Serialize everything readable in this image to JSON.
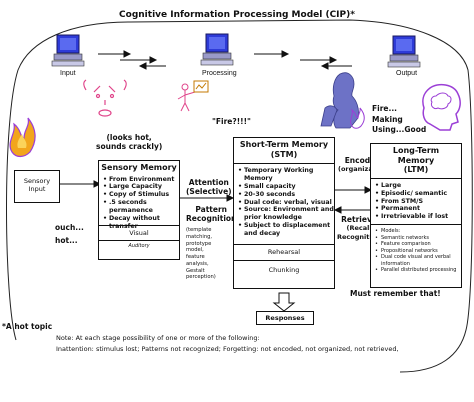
{
  "title": "Cognitive Information Processing Model (CIP)*",
  "top": {
    "input": "Input",
    "processing": "Processing",
    "output": "Output",
    "fire_quote": "\"Fire?!!!\"",
    "fire_making": "Fire...\nMaking\nUsing...Good"
  },
  "side_notes": {
    "looks_hot": "(looks hot,\nsounds crackly)",
    "ouch": "ouch...\nhot...",
    "must_remember": "Must remember that!",
    "hot_topic": "*A hot topic"
  },
  "sensory_input": "Sensory\nInput",
  "sensory_memory": {
    "title": "Sensory Memory",
    "items": [
      "From Environment",
      "Large Capacity",
      "Copy of Stimulus",
      ".5 seconds permanence",
      "Decay without transfer"
    ],
    "visual": "Visual",
    "auditory": "Auditory"
  },
  "attention": "Attention\n(Selective)",
  "pattern": {
    "title": "Pattern\nRecognition",
    "detail": "(template\nmatching,\nprototype\nmodel,\nfeature\nanalysis,\nGestalt\nperception)"
  },
  "stm": {
    "title": "Short-Term Memory\n(STM)",
    "items": [
      "Temporary Working Memory",
      "Small capacity",
      "20-30 seconds",
      "Dual code: verbal, visual",
      "Source: Environment and prior knowledge",
      "Subject to displacement and decay"
    ],
    "rehearsal": "Rehearsal",
    "chunking": "Chunking"
  },
  "encoding": {
    "title": "Encoding",
    "detail": "(organization)"
  },
  "retrieval": {
    "title": "Retrieval",
    "detail": "(Recall,\nRecognition)"
  },
  "ltm": {
    "title": "Long-Term\nMemory\n(LTM)",
    "items": [
      "Large",
      "Episodic/ semantic",
      "From STM/S",
      "Permanent",
      "Irretrievable if lost"
    ],
    "models": [
      "Models:",
      "Semantic networks",
      "Feature comparison",
      "Propositional networks",
      "Dual code visual and verbal information",
      "Parallel distributed processing"
    ]
  },
  "responses": "Responses",
  "note": {
    "line1": "Note:  At each stage possibility of one or more of the following:",
    "line2": "Inattention:  stimulus lost; Patterns not recognized; Forgetting:  not encoded, not organized, not retrieved,"
  },
  "colors": {
    "computer_screen": "#2e3bd8",
    "computer_body": "#9a9ac8",
    "fire": "#f2a51c",
    "flame_purple": "#9b3fd6",
    "face": "#e0448a",
    "thinker": "#6d72c6"
  }
}
